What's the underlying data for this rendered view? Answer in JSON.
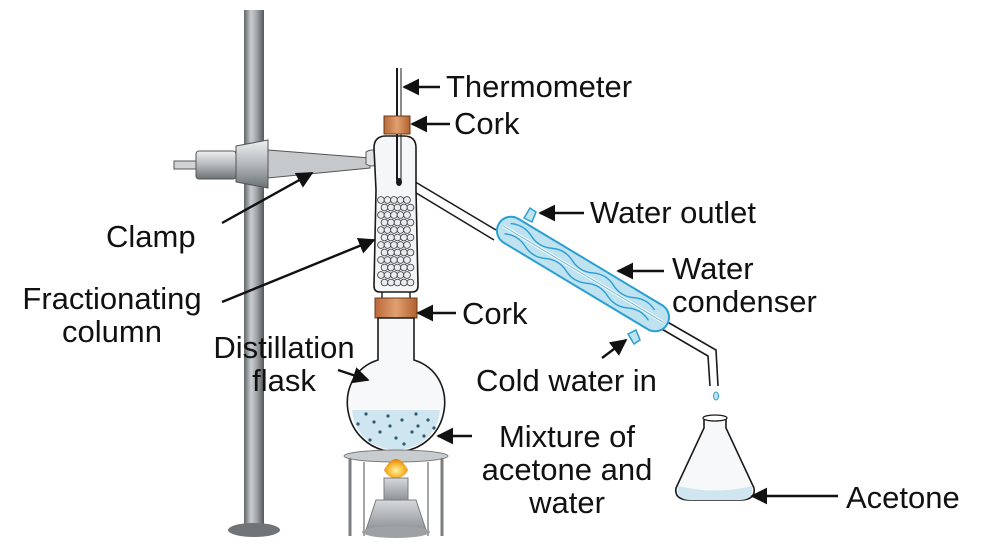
{
  "labels": {
    "thermometer": "Thermometer",
    "cork_top": "Cork",
    "clamp": "Clamp",
    "fractionating_column": [
      "Fractionating",
      "column"
    ],
    "water_outlet": "Water outlet",
    "water_condenser": [
      "Water",
      "condenser"
    ],
    "cork_bottom": "Cork",
    "distillation_flask": [
      "Distillation",
      "flask"
    ],
    "cold_water_in": "Cold water in",
    "mixture": [
      "Mixture of",
      "acetone and",
      "water"
    ],
    "acetone": "Acetone"
  },
  "colors": {
    "outline": "#1a1a1a",
    "glass": "#f4f6f7",
    "stand_gray": "#8d9296",
    "cork": "#d08a57",
    "condenser_blue": "#bfe2f1",
    "condenser_stroke": "#2a9fd0",
    "liquid_blue": "#cfe6f0",
    "flame": "#f6b42a"
  },
  "icons": [
    "clamp-icon",
    "cork-icon",
    "thermometer-icon",
    "flask-icon",
    "burner-icon",
    "condenser-icon",
    "conical-flask-icon"
  ]
}
